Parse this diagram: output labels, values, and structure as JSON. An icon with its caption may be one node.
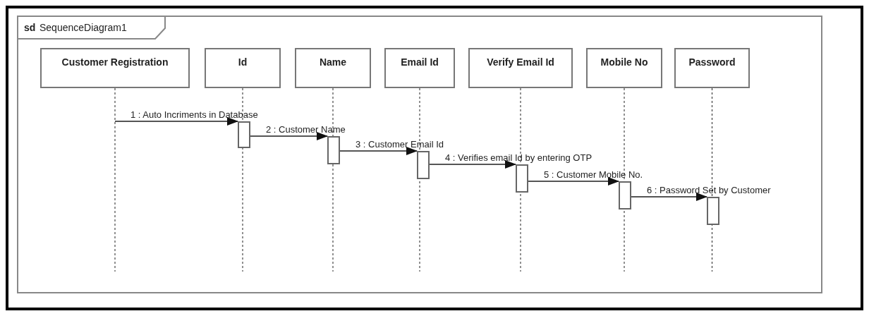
{
  "diagram": {
    "nodes": [
      {
        "text": [
          "sd",
          "SequenceDiagram1"
        ]
      },
      {
        "text": [
          "Customer Registration"
        ],
        "in": 0
      },
      {
        "text": [
          "Id"
        ],
        "in": 0
      },
      {
        "text": [
          "Name"
        ],
        "in": 0
      },
      {
        "text": [
          "Email Id"
        ],
        "in": 0
      },
      {
        "text": [
          "Verify Email Id"
        ],
        "in": 0
      },
      {
        "text": [
          "Mobile No"
        ],
        "in": 0
      },
      {
        "text": [
          "Password"
        ],
        "in": 0
      },
      {
        "text": [],
        "shape": "bar",
        "in": 0
      },
      {
        "text": [],
        "shape": "bar",
        "in": 0
      },
      {
        "text": [],
        "shape": "bar",
        "in": 0
      },
      {
        "text": [],
        "shape": "bar",
        "in": 0
      },
      {
        "text": [],
        "shape": "bar",
        "in": 0
      },
      {
        "text": [],
        "shape": "bar",
        "in": 0
      }
    ],
    "edges": [
      {
        "from": 1,
        "to": 8,
        "arrow": "to",
        "label": "1 : Auto Incriments in Database"
      },
      {
        "from": 8,
        "to": 9,
        "arrow": "to",
        "label": "2 : Customer Name"
      },
      {
        "from": 9,
        "to": 10,
        "arrow": "to",
        "label": "3 : Customer Email Id"
      },
      {
        "from": 10,
        "to": 11,
        "arrow": "to",
        "label": "4 : Verifies email Id by entering OTP"
      },
      {
        "from": 11,
        "to": 12,
        "arrow": "to",
        "label": "5 : Customer Mobile No."
      },
      {
        "from": 12,
        "to": 13,
        "arrow": "to",
        "label": "6 : Password Set by Customer"
      }
    ]
  }
}
